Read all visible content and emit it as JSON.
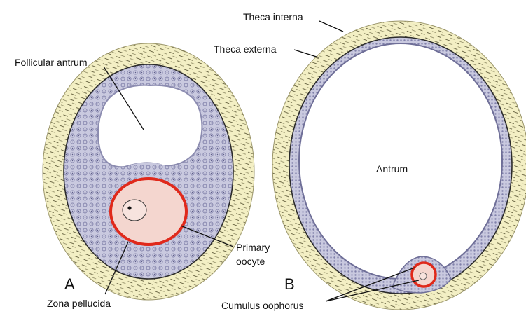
{
  "figure": {
    "panels": [
      {
        "id": "A",
        "letter": "A"
      },
      {
        "id": "B",
        "letter": "B"
      }
    ],
    "labels": {
      "follicular_antrum": "Follicular antrum",
      "primary_oocyte_line1": "Primary",
      "primary_oocyte_line2": "oocyte",
      "zona_pellucida": "Zona pellucida",
      "theca_interna": "Theca interna",
      "theca_externa": "Theca externa",
      "antrum": "Antrum",
      "cumulus_oophorus": "Cumulus oophorus"
    },
    "colors": {
      "theca": "#f3efc4",
      "granulosa": "#c9c9df",
      "granulosa_cell": "#8d8db4",
      "oocyte": "#f4d6cf",
      "zona_ring": "#e0291b",
      "outline": "#2b2b2b",
      "background": "#ffffff"
    }
  }
}
